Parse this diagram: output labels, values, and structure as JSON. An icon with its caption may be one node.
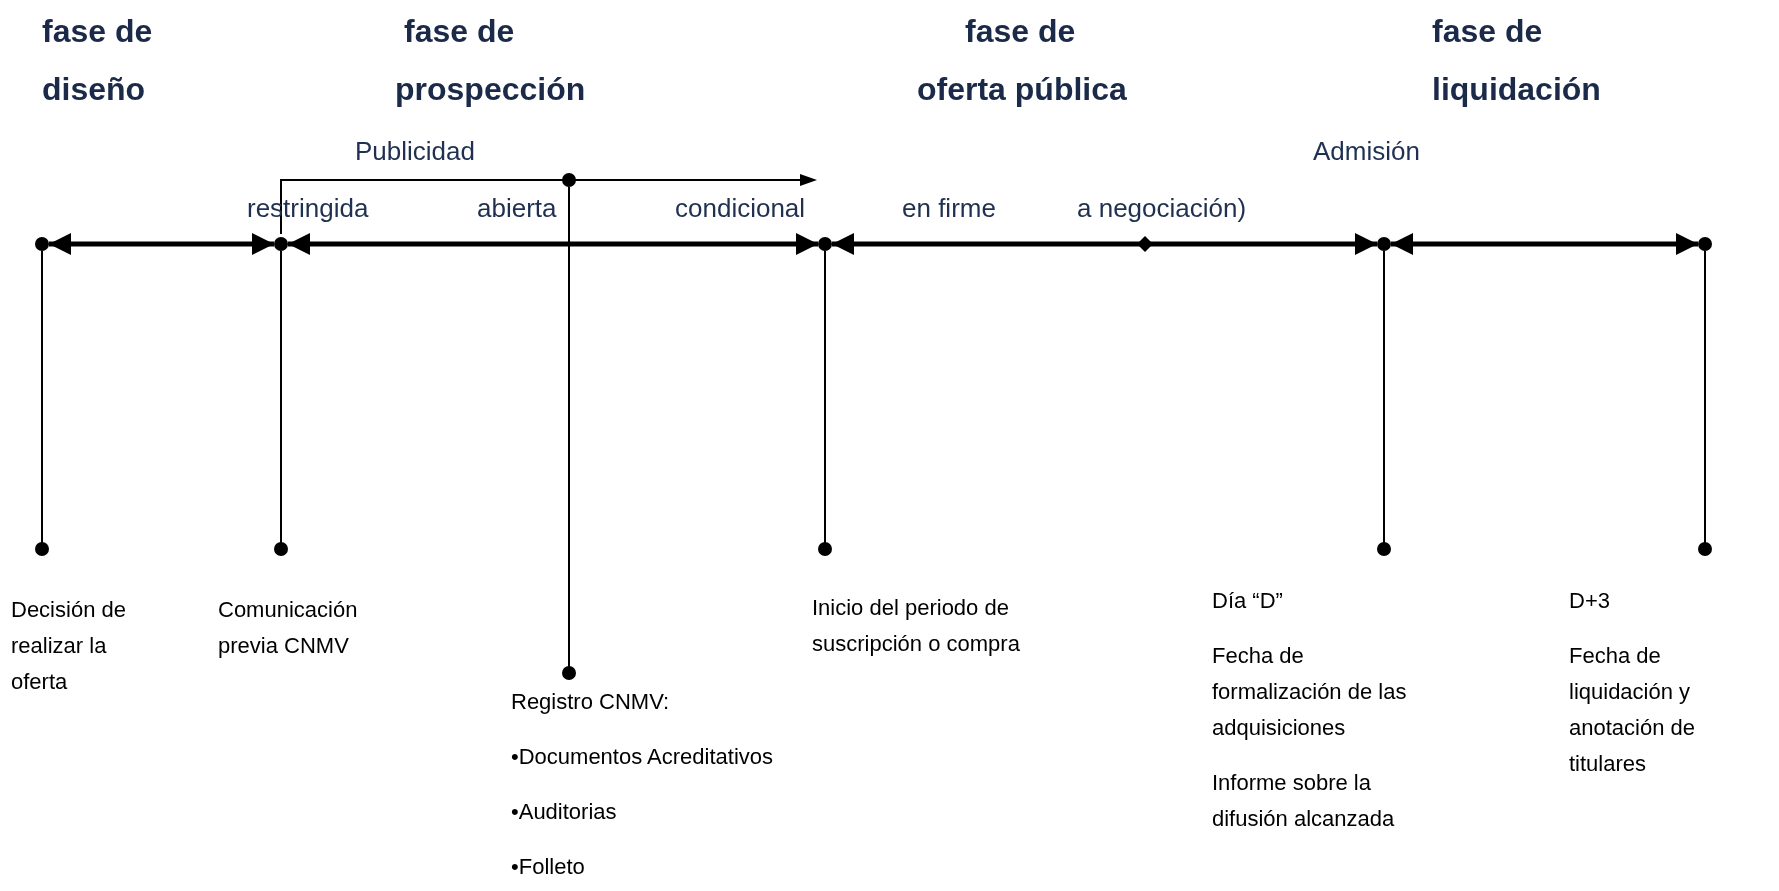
{
  "diagram": {
    "nodes": [
      {
        "text": [],
        "shape": "circle"
      },
      {
        "text": [],
        "shape": "circle"
      },
      {
        "text": [],
        "shape": "circle"
      },
      {
        "text": [],
        "shape": "circle"
      },
      {
        "text": [],
        "shape": "circle"
      },
      {
        "text": [
          "Decisión de realizar la oferta"
        ]
      },
      {
        "text": [
          "Comunicación previa CNMV"
        ]
      },
      {
        "text": [
          "Registro CNMV:",
          "•Documentos Acreditativos",
          "•Auditorias",
          "•Folleto"
        ]
      },
      {
        "text": [
          "Inicio del periodo de suscripción o compra"
        ]
      },
      {
        "text": [
          "Día “D”",
          "Fecha de formalización de las adquisiciones",
          "Informe sobre la difusión alcanzada"
        ]
      },
      {
        "text": [
          "D+3",
          "Fecha de liquidación y anotación de titulares"
        ]
      },
      {
        "text": [],
        "shape": "circle"
      }
    ],
    "edges": [
      {
        "from": 0,
        "to": 1,
        "arrow": "both",
        "style": "thick"
      },
      {
        "from": 1,
        "to": 2,
        "arrow": "both",
        "style": "thick"
      },
      {
        "from": 2,
        "to": 3,
        "arrow": "both",
        "style": "thick"
      },
      {
        "from": 3,
        "to": 4,
        "arrow": "both",
        "style": "thick"
      },
      {
        "from": 0,
        "to": 5,
        "arrow": "other"
      },
      {
        "from": 1,
        "to": 6,
        "arrow": "other"
      },
      {
        "from": 11,
        "to": 7,
        "arrow": "other"
      },
      {
        "from": 2,
        "to": 8,
        "arrow": "other"
      },
      {
        "from": 3,
        "to": 9,
        "arrow": "other"
      },
      {
        "from": 4,
        "to": 10,
        "arrow": "other"
      }
    ],
    "labels": [
      "fase de diseño",
      "fase de prospección",
      "fase de oferta pública",
      "fase de liquidación",
      "Publicidad",
      "Admisión",
      "restringida",
      "abierta",
      "condicional",
      "en firme",
      "a negociación)"
    ]
  }
}
